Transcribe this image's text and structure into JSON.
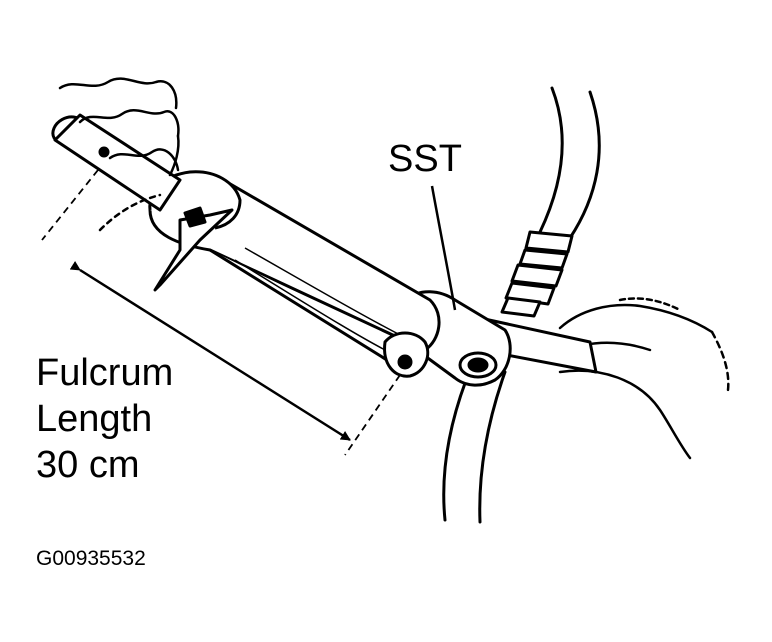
{
  "labels": {
    "tool": "SST",
    "fulcrum_line1": "Fulcrum",
    "fulcrum_line2": "Length",
    "fulcrum_line3": "30 cm",
    "figure_code": "G00935532"
  },
  "colors": {
    "ink": "#000000",
    "paper": "#ffffff"
  },
  "icons": {
    "dimension_arrow": "double-headed-arrow"
  }
}
